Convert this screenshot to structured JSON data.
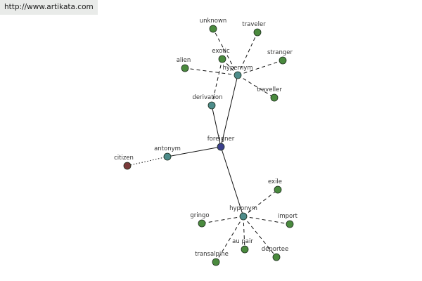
{
  "watermark": {
    "text": "http://www.artikata.com"
  },
  "colors": {
    "center": "#3b3f8c",
    "category": "#4d8c8a",
    "leaf": "#4a8a3e",
    "antonym_leaf": "#7a3a3a",
    "node_stroke": "#1e2e1e",
    "edge": "#111111"
  },
  "graph": {
    "nodes": [
      {
        "id": "foreigner",
        "label": "foreigner",
        "kind": "center"
      },
      {
        "id": "hypernym",
        "label": "hypernym",
        "kind": "category"
      },
      {
        "id": "derivation",
        "label": "derivation",
        "kind": "category"
      },
      {
        "id": "antonym",
        "label": "antonym",
        "kind": "category"
      },
      {
        "id": "hyponym",
        "label": "hyponym",
        "kind": "category"
      },
      {
        "id": "unknown",
        "label": "unknown",
        "kind": "leaf"
      },
      {
        "id": "traveler",
        "label": "traveler",
        "kind": "leaf"
      },
      {
        "id": "exotic",
        "label": "exotic",
        "kind": "leaf"
      },
      {
        "id": "stranger",
        "label": "stranger",
        "kind": "leaf"
      },
      {
        "id": "alien",
        "label": "alien",
        "kind": "leaf"
      },
      {
        "id": "traveller",
        "label": "traveller",
        "kind": "leaf"
      },
      {
        "id": "citizen",
        "label": "citizen",
        "kind": "antonym_leaf"
      },
      {
        "id": "exile",
        "label": "exile",
        "kind": "leaf"
      },
      {
        "id": "gringo",
        "label": "gringo",
        "kind": "leaf"
      },
      {
        "id": "import",
        "label": "import",
        "kind": "leaf"
      },
      {
        "id": "au_pair",
        "label": "au pair",
        "kind": "leaf"
      },
      {
        "id": "deportee",
        "label": "deportee",
        "kind": "leaf"
      },
      {
        "id": "transalpine",
        "label": "transalpine",
        "kind": "leaf"
      }
    ],
    "edges": [
      {
        "from": "foreigner",
        "to": "hypernym",
        "style": "solid"
      },
      {
        "from": "foreigner",
        "to": "antonym",
        "style": "solid"
      },
      {
        "from": "foreigner",
        "to": "hyponym",
        "style": "solid"
      },
      {
        "from": "foreigner",
        "to": "derivation",
        "style": "solid"
      },
      {
        "from": "hypernym",
        "to": "unknown",
        "style": "dashed"
      },
      {
        "from": "hypernym",
        "to": "traveler",
        "style": "dashed"
      },
      {
        "from": "hypernym",
        "to": "exotic",
        "style": "dashed"
      },
      {
        "from": "hypernym",
        "to": "stranger",
        "style": "dashed"
      },
      {
        "from": "hypernym",
        "to": "alien",
        "style": "dashed"
      },
      {
        "from": "hypernym",
        "to": "traveller",
        "style": "dashed"
      },
      {
        "from": "derivation",
        "to": "exotic",
        "style": "dashed"
      },
      {
        "from": "antonym",
        "to": "citizen",
        "style": "dotted"
      },
      {
        "from": "hyponym",
        "to": "exile",
        "style": "dashed"
      },
      {
        "from": "hyponym",
        "to": "gringo",
        "style": "dashed"
      },
      {
        "from": "hyponym",
        "to": "import",
        "style": "dashed"
      },
      {
        "from": "hyponym",
        "to": "au_pair",
        "style": "dashed"
      },
      {
        "from": "hyponym",
        "to": "deportee",
        "style": "dashed"
      },
      {
        "from": "hyponym",
        "to": "transalpine",
        "style": "dashed"
      }
    ]
  }
}
